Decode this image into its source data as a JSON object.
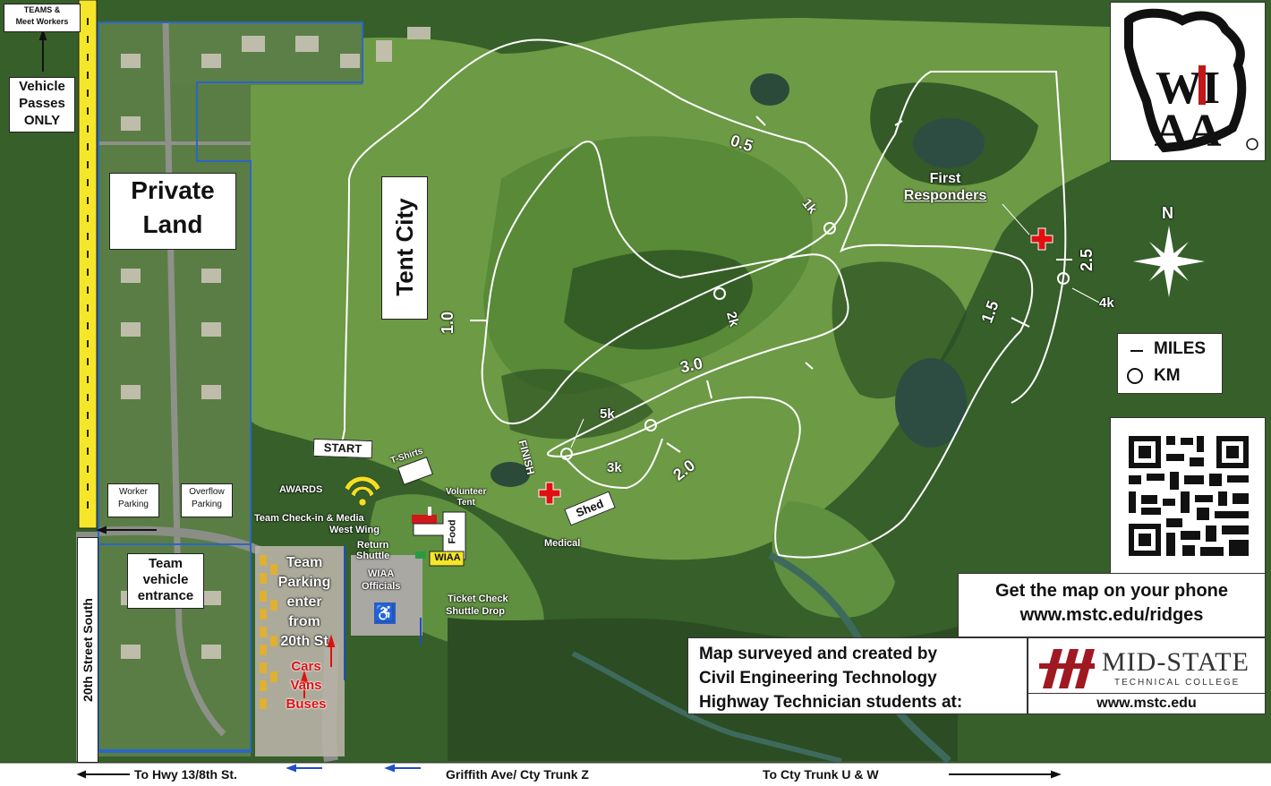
{
  "top_left": {
    "teams": "TEAMS &",
    "workers": "Meet Workers"
  },
  "vehicle_passes": {
    "l1": "Vehicle",
    "l2": "Passes",
    "l3": "ONLY"
  },
  "private_land": {
    "l1": "Private",
    "l2": "Land"
  },
  "tent_city": "Tent City",
  "start": "START",
  "finish": "FINISH",
  "tshirts": "T-Shirts",
  "awards": "AWARDS",
  "volunteer": {
    "l1": "Volunteer",
    "l2": "Tent"
  },
  "team_checkin": "Team Check-in & Media",
  "west_wing": "West Wing",
  "food": "Food",
  "wiaa_box": "WIAA",
  "return_shuttle": {
    "l1": "Return",
    "l2": "Shuttle"
  },
  "wiaa_officials": {
    "l1": "WIAA",
    "l2": "Officials"
  },
  "ticket_check": "Ticket Check",
  "shuttle_drop": "Shuttle Drop",
  "medical": "Medical",
  "shed": "Shed",
  "worker_parking": {
    "l1": "Worker",
    "l2": "Parking"
  },
  "overflow_parking": {
    "l1": "Overflow",
    "l2": "Parking"
  },
  "team_vehicle": {
    "l1": "Team",
    "l2": "vehicle",
    "l3": "entrance"
  },
  "team_parking": {
    "l1": "Team",
    "l2": "Parking",
    "l3": "enter",
    "l4": "from",
    "l5": "20th St"
  },
  "vehicle_types": {
    "cars": "Cars",
    "vans": "Vans",
    "buses": "Buses"
  },
  "street_20th": "20th Street South",
  "bottom_roads": {
    "left": "To Hwy 13/8th St.",
    "mid": "Griffith Ave/ Cty Trunk Z",
    "right": "To Cty Trunk U & W"
  },
  "mile_markers": {
    "m05": "0.5",
    "m10": "1.0",
    "m15": "1.5",
    "m20": "2.0",
    "m25": "2.5",
    "m30": "3.0"
  },
  "km_markers": {
    "k1": "1k",
    "k2": "2k",
    "k3": "3k",
    "k4": "4k",
    "k5": "5k"
  },
  "first_responders": {
    "l1": "First",
    "l2": "Responders"
  },
  "north": "N",
  "legend": {
    "miles": "MILES",
    "km": "KM"
  },
  "logo_wiaa": "WIAA",
  "phone_panel": {
    "l1": "Get the map on your phone",
    "l2": "www.mstc.edu/ridges"
  },
  "credit_panel": {
    "l1": "Map surveyed and created by",
    "l2": "Civil Engineering Technology",
    "l3": "Highway Technician students at:"
  },
  "mstc": {
    "name": "MID-STATE",
    "sub": "TECHNICAL COLLEGE",
    "url": "www.mstc.edu"
  },
  "colors": {
    "course": "#ffffff",
    "road_yellow": "#f5e62a",
    "fairway": "#6e9a48",
    "forest": "#2f5525",
    "boundary_blue": "#2a66c8",
    "red": "#e01010"
  }
}
